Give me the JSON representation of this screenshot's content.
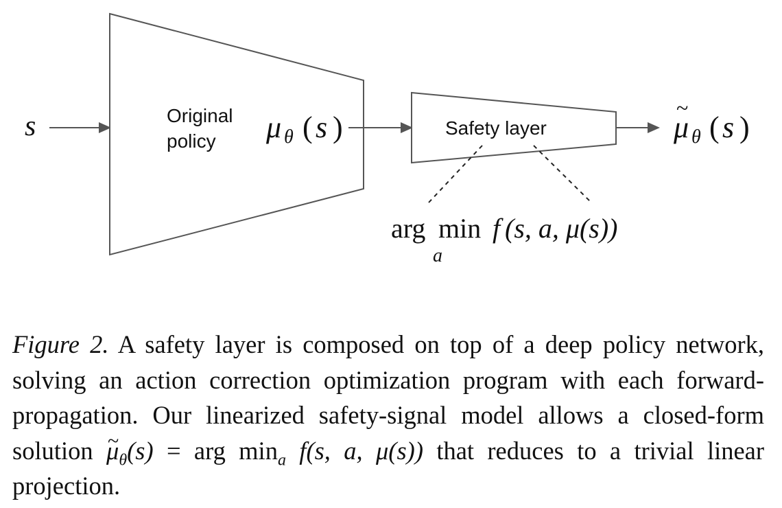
{
  "diagram": {
    "input_label": "s",
    "policy_label_line1": "Original",
    "policy_label_line2": "policy",
    "policy_output": {
      "base": "μ",
      "sub": "θ",
      "open": "(",
      "arg": "s",
      "close": ")"
    },
    "safety_layer_label": "Safety layer",
    "safe_output": {
      "tilde": "~",
      "base": "μ",
      "sub": "θ",
      "open": "(",
      "arg": "s",
      "close": ")"
    },
    "objective": {
      "op1": "arg",
      "op2": "min",
      "subscript": "a",
      "func": "f",
      "args": "(s, a, μ(s))"
    }
  },
  "caption": {
    "label": "Figure 2.",
    "part1": "A safety layer is composed on top of a deep policy network, solving an action correction optimization program with each forward-propagation. Our linearized safety-signal model allows a closed-form solution",
    "eq_base": "μ",
    "eq_tilde": "~",
    "eq_sub": "θ",
    "eq_arg": "(s)",
    "eq_rest": "= arg min",
    "eq_min_sub": "a",
    "eq_func": "f",
    "eq_func_args": "(s, a, μ(s))",
    "part2": "that reduces to a trivial linear projection."
  }
}
